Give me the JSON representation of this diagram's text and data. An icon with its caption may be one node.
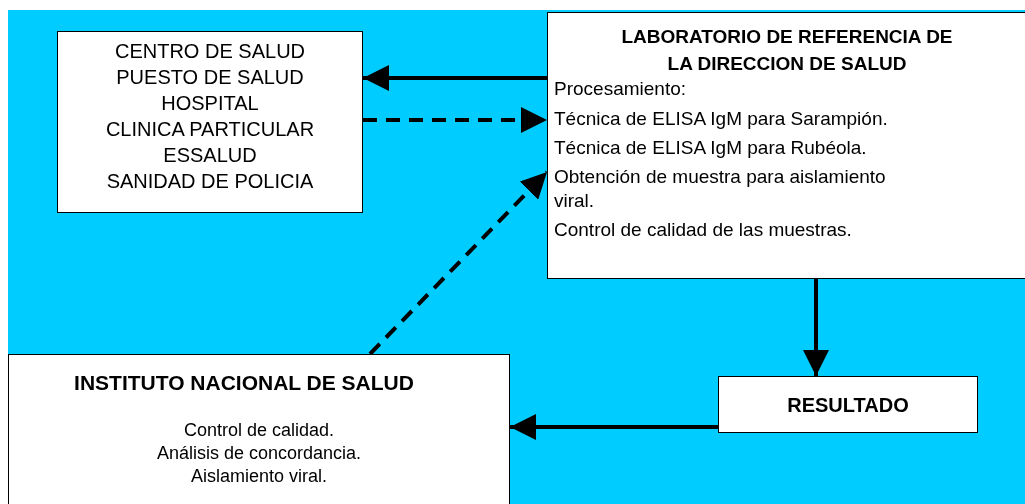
{
  "diagram": {
    "nodes": [
      {
        "text": [
          "CENTRO DE SALUD",
          "PUESTO DE SALUD",
          "HOSPITAL",
          "CLINICA PARTICULAR",
          "ESSALUD",
          "SANIDAD DE POLICIA"
        ]
      },
      {
        "text": [
          "LABORATORIO DE REFERENCIA DE LA DIRECCION DE SALUD",
          "Procesamiento:",
          "Técnica de ELISA IgM para Sarampión.",
          "Técnica de ELISA IgM para Rubéola.",
          "Obtención de muestra para aislamiento viral.",
          "Control de calidad de las muestras."
        ]
      },
      {
        "text": [
          "RESULTADO"
        ]
      },
      {
        "text": [
          "INSTITUTO NACIONAL DE SALUD",
          "Control de calidad.",
          "Análisis de concordancia.",
          "Aislamiento viral."
        ]
      }
    ],
    "edges": [
      {
        "from": 1,
        "to": 0,
        "arrow": "to"
      },
      {
        "from": 0,
        "to": 1,
        "arrow": "to",
        "style": "dashed"
      },
      {
        "from": 3,
        "to": 1,
        "arrow": "to",
        "style": "dashed"
      },
      {
        "from": 1,
        "to": 2,
        "arrow": "to"
      },
      {
        "from": 2,
        "to": 3,
        "arrow": "to"
      }
    ]
  }
}
